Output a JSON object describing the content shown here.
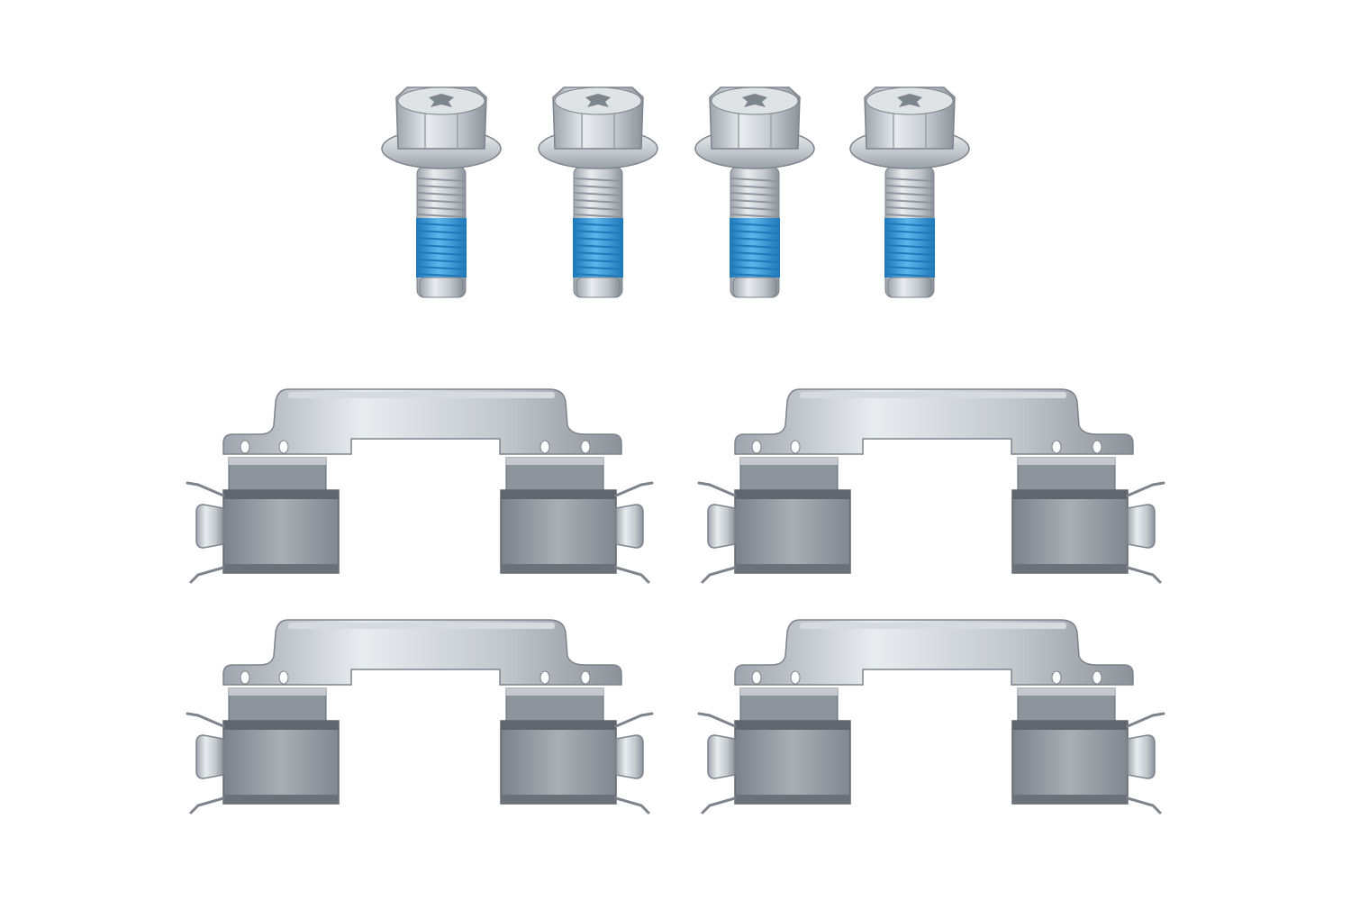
{
  "scene": {
    "background": "#ffffff",
    "subject": "brake-pad-fitting-kit",
    "bolt_count": 4,
    "clip_count": 4,
    "colors": {
      "metal_light": "#e4e7ea",
      "metal_mid": "#b9bec4",
      "metal_dark": "#7d848c",
      "shadow": "#5f666e",
      "threadlock": "#3a9ddb",
      "threadlock_dark": "#1f78b8"
    }
  }
}
